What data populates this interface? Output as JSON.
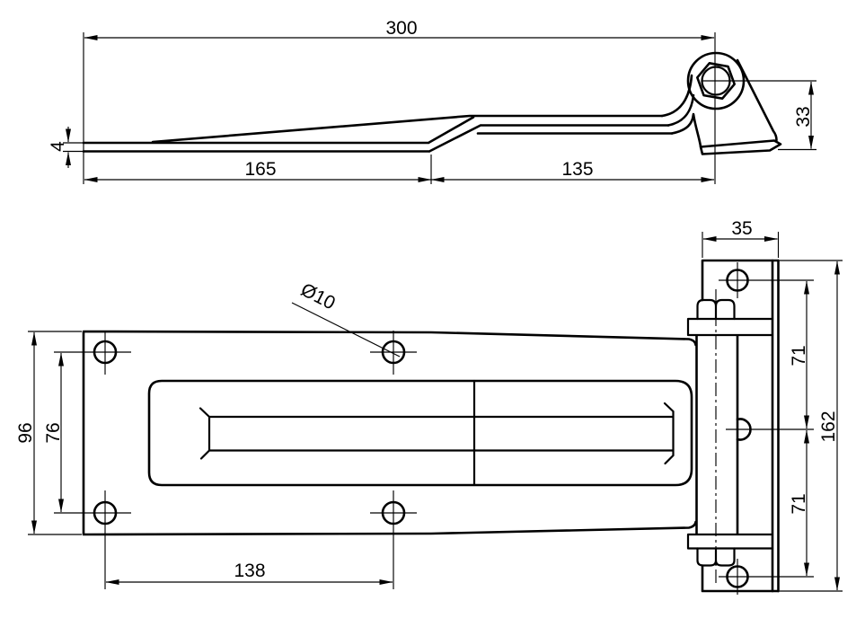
{
  "drawing": {
    "colors": {
      "line": "#000000",
      "background": "#ffffff"
    },
    "side_view": {
      "overall_length": "300",
      "left_segment": "165",
      "right_segment": "135",
      "tip_thickness": "4",
      "bracket_height": "33"
    },
    "plan_view": {
      "bracket_width": "35",
      "upper_hole_pitch": "71",
      "lower_hole_pitch": "71",
      "bracket_length": "162",
      "plate_width": "96",
      "plate_hole_pitch_vertical": "76",
      "plate_hole_pitch_horizontal": "138",
      "hole_diameter": "Ø10"
    }
  }
}
